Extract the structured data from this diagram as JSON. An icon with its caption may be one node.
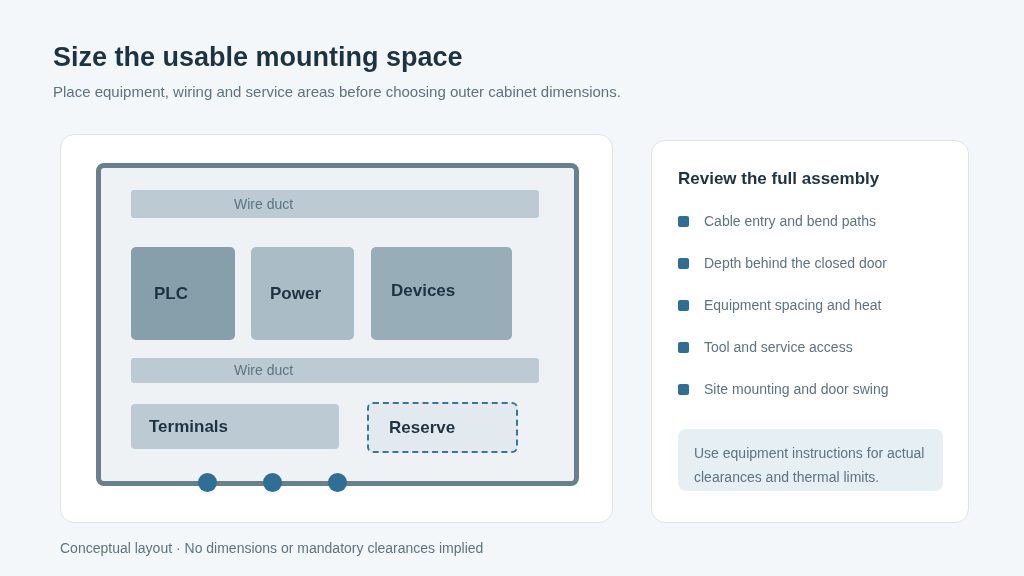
{
  "diagram": {
    "title": "Size the usable mounting space",
    "caption": "Conceptual layout · No dimensions or mandatory clearances implied",
    "nodes": [
      {
        "text": [],
        "shape": "box"
      },
      {
        "text": [
          "Wire duct"
        ],
        "in": 0
      },
      {
        "text": [
          "PLC"
        ],
        "in": 0
      },
      {
        "text": [
          "Power"
        ],
        "in": 0
      },
      {
        "text": [
          "Devices"
        ],
        "in": 0
      },
      {
        "text": [
          "Wire duct"
        ],
        "in": 0
      },
      {
        "text": [
          "Terminals"
        ],
        "in": 0
      },
      {
        "text": [
          "Reserve"
        ],
        "in": 0
      },
      {
        "text": [
          "Review the full assembly",
          "Cable entry and bend paths",
          "Depth behind the closed door",
          "Equipment spacing and heat",
          "Tool and service access",
          "Site mounting and door swing"
        ]
      },
      {
        "text": [
          "Use equipment instructions for actual clearances and thermal limits."
        ],
        "in": 8
      }
    ],
    "labels": [
      "Place equipment, wiring and service areas before choosing outer cabinet dimensions."
    ]
  }
}
